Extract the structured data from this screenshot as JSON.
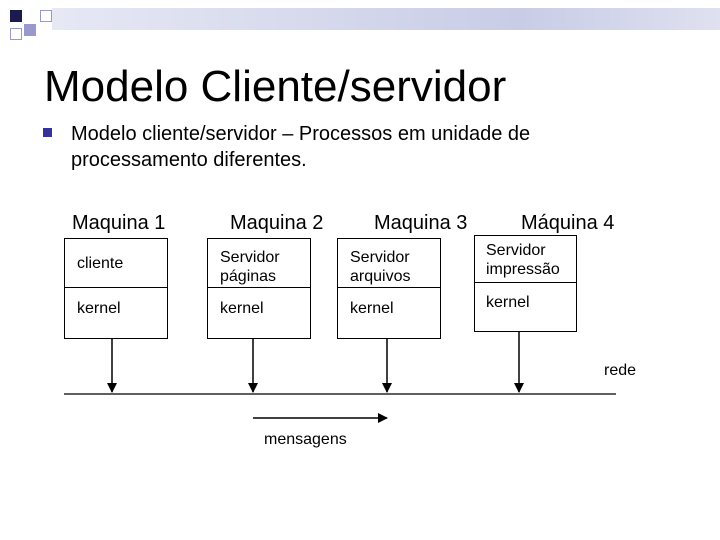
{
  "slide": {
    "title": "Modelo Cliente/servidor",
    "bullet": "Modelo cliente/servidor – Processos em unidade de processamento diferentes."
  },
  "machines": [
    {
      "label": "Maquina 1",
      "process": "cliente",
      "kernel": "kernel"
    },
    {
      "label": "Maquina 2",
      "process": "Servidor páginas",
      "kernel": "kernel"
    },
    {
      "label": "Maquina 3",
      "process": "Servidor arquivos",
      "kernel": "kernel"
    },
    {
      "label": "Máquina 4",
      "process": "Servidor impressão",
      "kernel": "kernel"
    }
  ],
  "network_label": "rede",
  "messages_label": "mensagens",
  "colors": {
    "bullet": "#333399",
    "deco_dark": "#1a1a4d",
    "deco_light": "#9999cc"
  }
}
